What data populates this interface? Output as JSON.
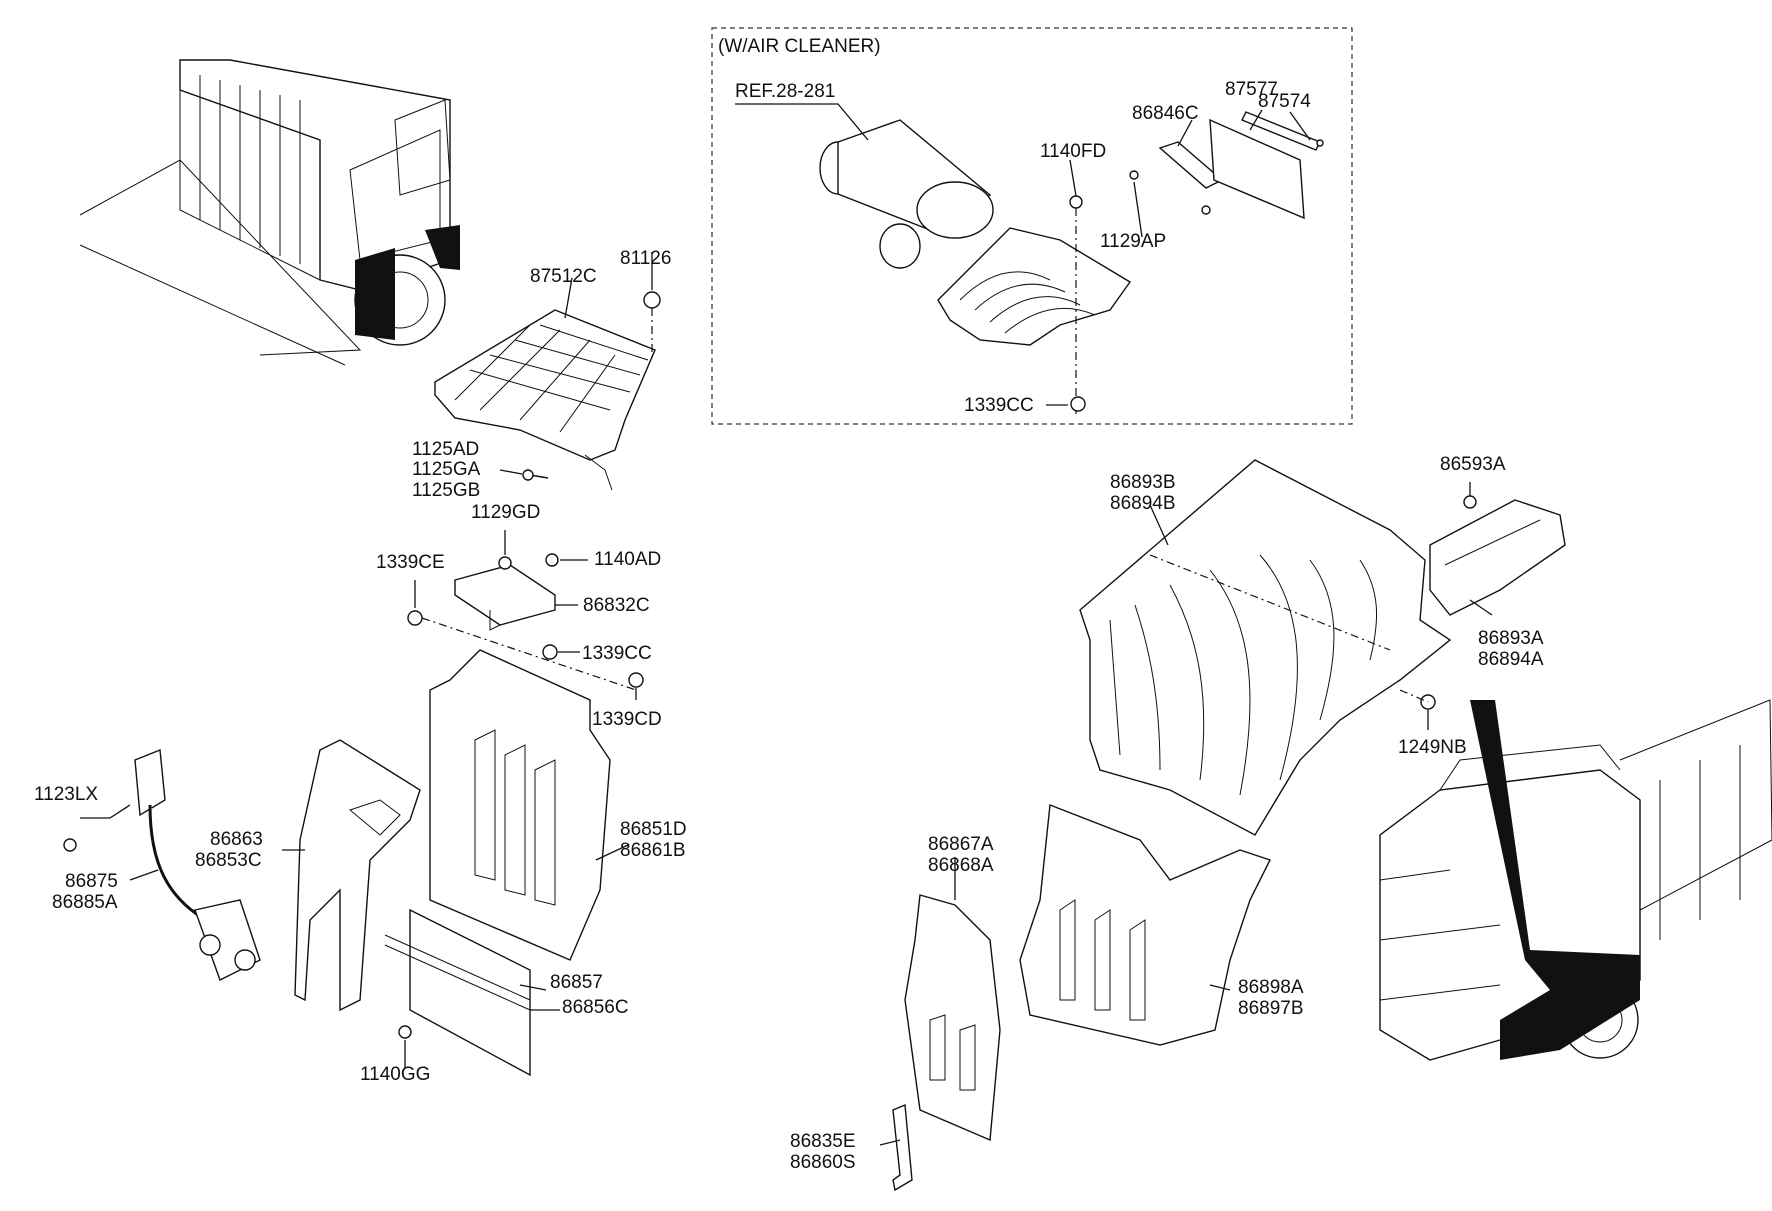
{
  "inset_box": {
    "title": "(W/AIR CLEANER)"
  },
  "labels": [
    {
      "id": "ref-28-281",
      "text": "REF.28-281"
    },
    {
      "id": "86846c",
      "text": "86846C"
    },
    {
      "id": "87577",
      "text": "87577"
    },
    {
      "id": "87574",
      "text": "87574"
    },
    {
      "id": "1140fd",
      "text": "1140FD"
    },
    {
      "id": "1129ap",
      "text": "1129AP"
    },
    {
      "id": "1339cc-inset",
      "text": "1339CC"
    },
    {
      "id": "81126",
      "text": "81126"
    },
    {
      "id": "87512c",
      "text": "87512C"
    },
    {
      "id": "1125ad",
      "text": "1125AD"
    },
    {
      "id": "1125ga",
      "text": "1125GA"
    },
    {
      "id": "1125gb",
      "text": "1125GB"
    },
    {
      "id": "1129gd",
      "text": "1129GD"
    },
    {
      "id": "1140ad",
      "text": "1140AD"
    },
    {
      "id": "1339ce",
      "text": "1339CE"
    },
    {
      "id": "86832c",
      "text": "86832C"
    },
    {
      "id": "1339cc",
      "text": "1339CC"
    },
    {
      "id": "1339cd",
      "text": "1339CD"
    },
    {
      "id": "1123lx",
      "text": "1123LX"
    },
    {
      "id": "86863",
      "text": "86863"
    },
    {
      "id": "86853c",
      "text": "86853C"
    },
    {
      "id": "86851d",
      "text": "86851D"
    },
    {
      "id": "86861b",
      "text": "86861B"
    },
    {
      "id": "86875",
      "text": "86875"
    },
    {
      "id": "86885a",
      "text": "86885A"
    },
    {
      "id": "86857",
      "text": "86857"
    },
    {
      "id": "86856c",
      "text": "86856C"
    },
    {
      "id": "1140gg",
      "text": "1140GG"
    },
    {
      "id": "86893b",
      "text": "86893B"
    },
    {
      "id": "86894b",
      "text": "86894B"
    },
    {
      "id": "86593a",
      "text": "86593A"
    },
    {
      "id": "86893a",
      "text": "86893A"
    },
    {
      "id": "86894a",
      "text": "86894A"
    },
    {
      "id": "1249nb",
      "text": "1249NB"
    },
    {
      "id": "86867a",
      "text": "86867A"
    },
    {
      "id": "86868a",
      "text": "86868A"
    },
    {
      "id": "86898a",
      "text": "86898A"
    },
    {
      "id": "86897b",
      "text": "86897B"
    },
    {
      "id": "86835e",
      "text": "86835E"
    },
    {
      "id": "86860s",
      "text": "86860S"
    }
  ]
}
